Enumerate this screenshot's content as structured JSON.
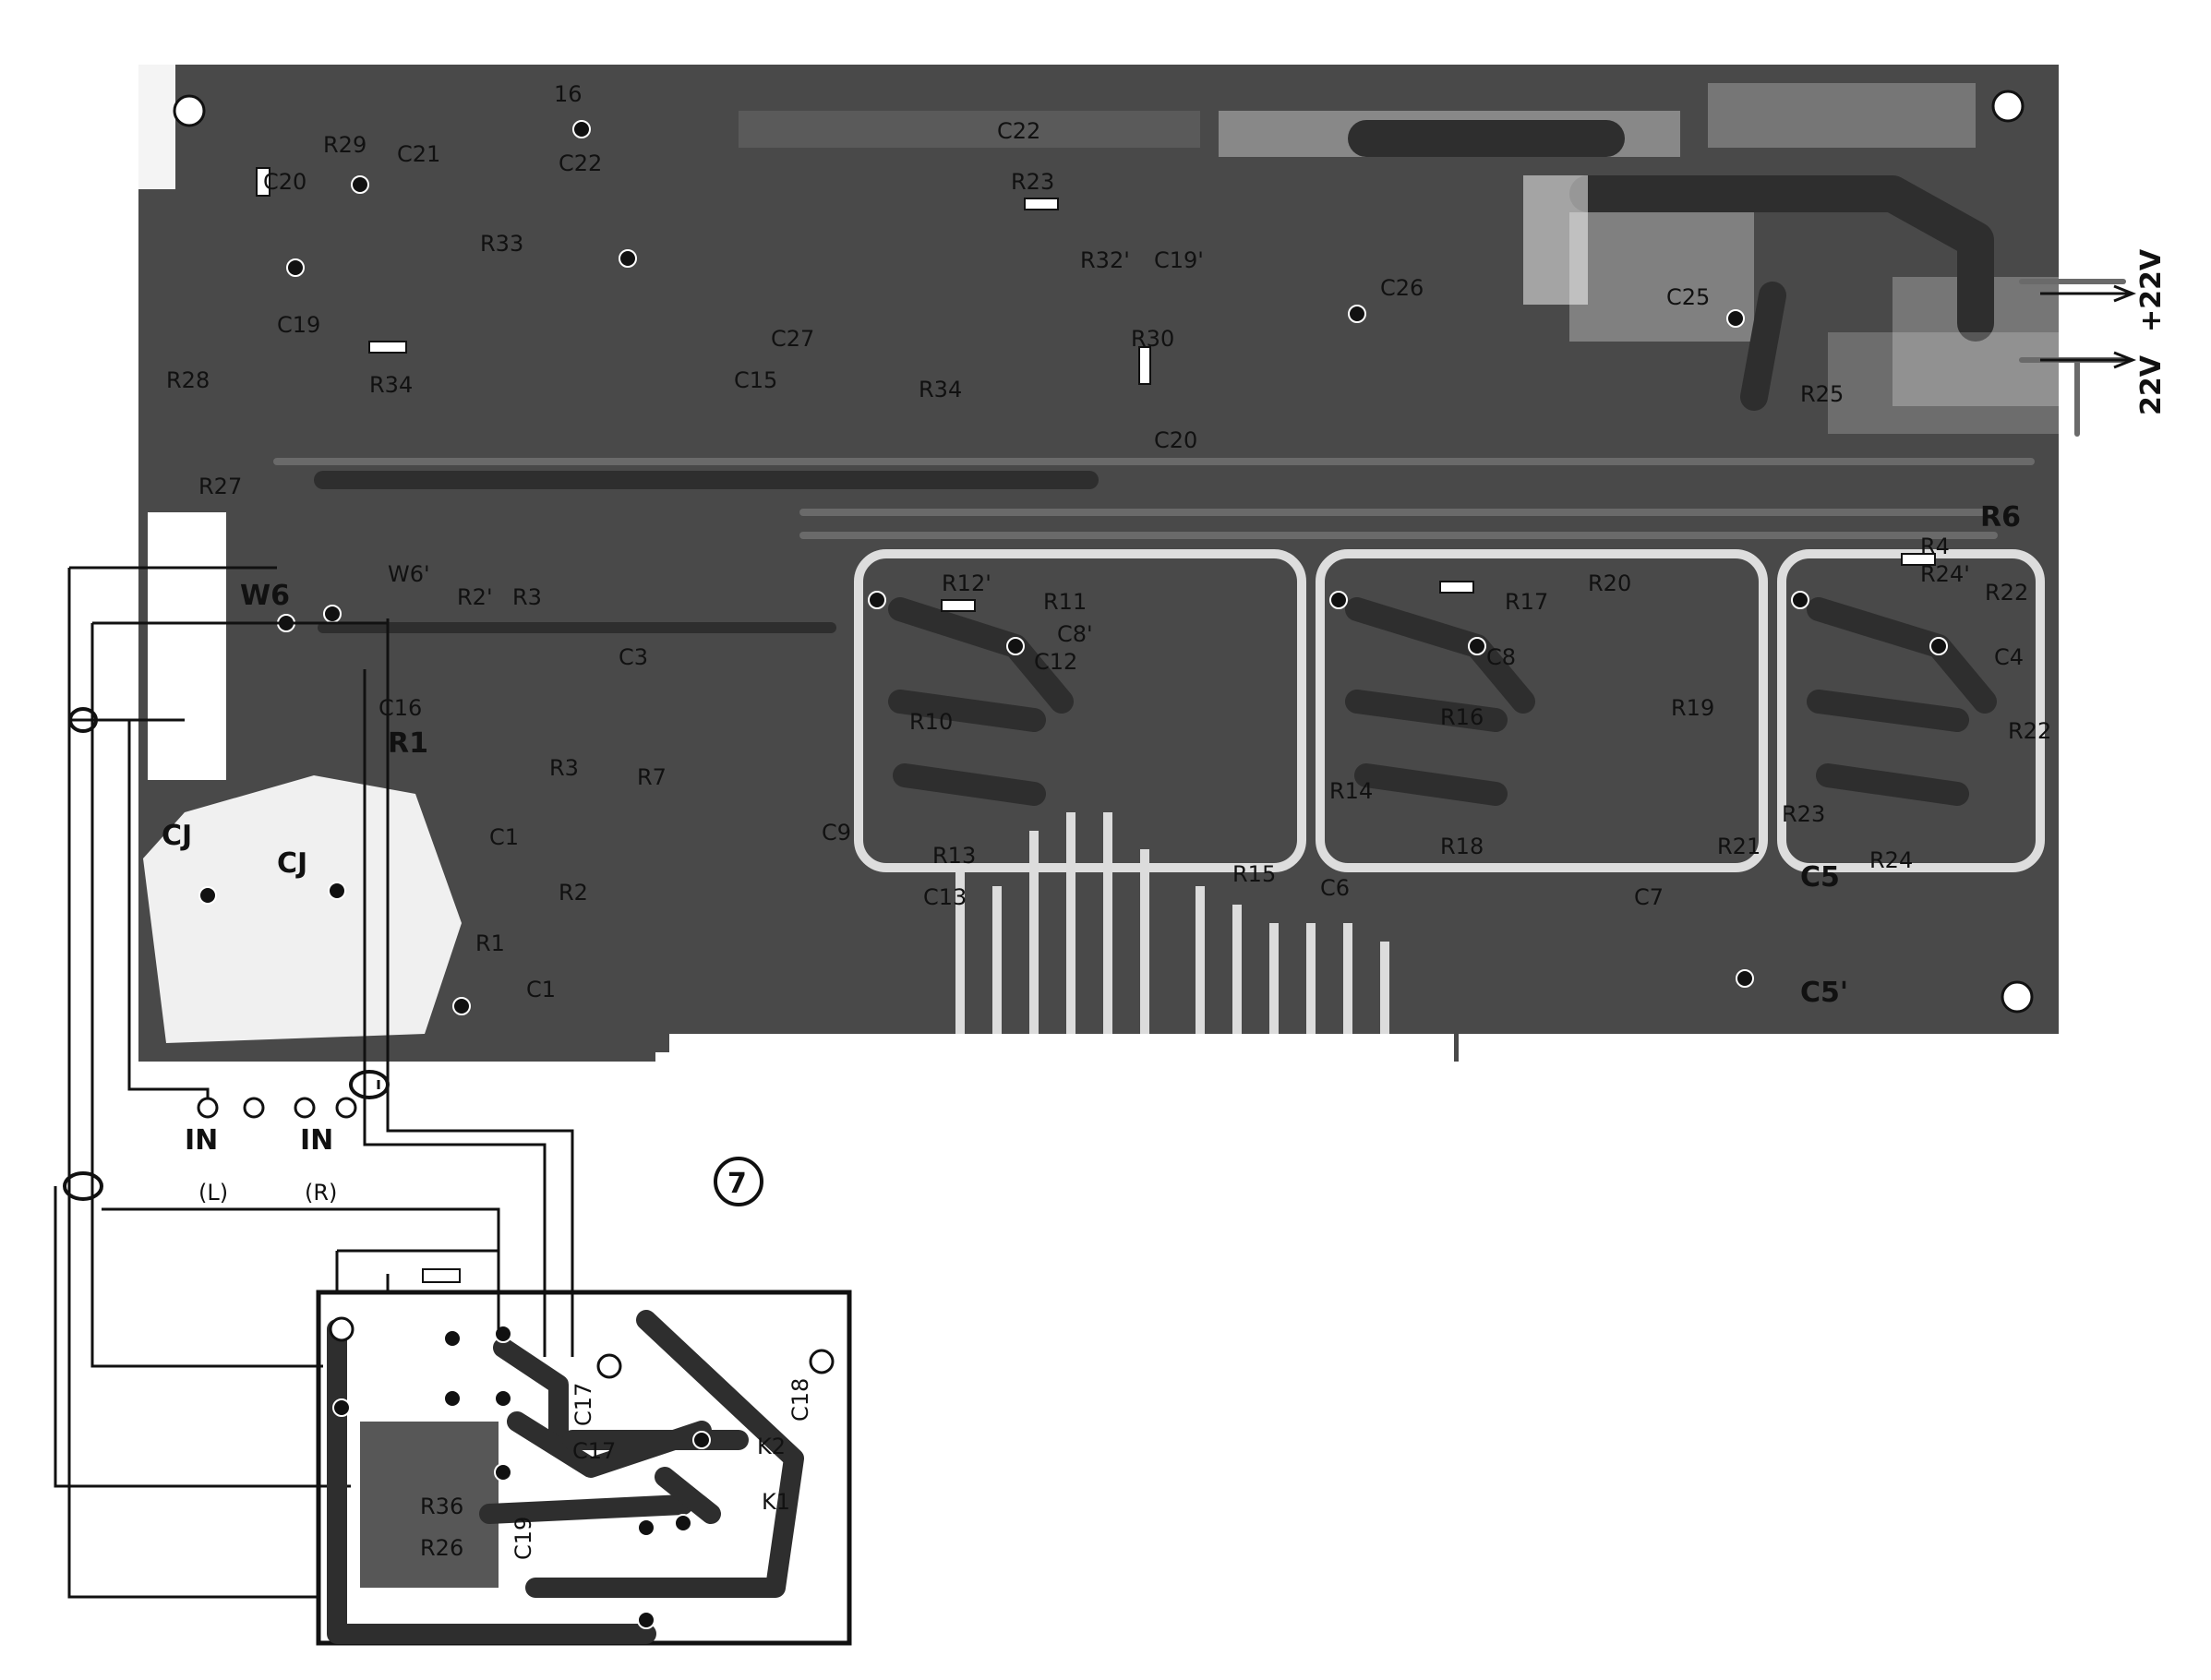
{
  "figure": {
    "number_label": "7",
    "supply_labels": [
      "+22V",
      "22V"
    ],
    "input_labels": [
      {
        "text": "IN",
        "channel": "(L)"
      },
      {
        "text": "IN",
        "channel": "(R)"
      }
    ],
    "main_board_labels": [
      "16",
      "R29",
      "C21",
      "C20",
      "C22",
      "C22",
      "R23",
      "R32'",
      "C19'",
      "C26",
      "C25",
      "C19",
      "R28",
      "R34",
      "R33",
      "C27",
      "C15",
      "R34",
      "R30",
      "R25",
      "C20",
      "R27",
      "W6",
      "W6'",
      "R2'",
      "R3",
      "C3",
      "R6",
      "R4",
      "R24'",
      "R22",
      "R12'",
      "R11",
      "C8'",
      "R17",
      "R20",
      "C4",
      "R10",
      "R19",
      "R16",
      "C8",
      "R18",
      "C7",
      "R22",
      "R1",
      "R3",
      "C16",
      "R7",
      "C9",
      "C12",
      "C13",
      "R13",
      "R15",
      "C6",
      "R14",
      "R23",
      "R21",
      "C5",
      "R24",
      "C5'",
      "CJ",
      "CJ",
      "R1",
      "C1",
      "R2",
      "C1"
    ],
    "sub_board_labels": [
      "C18",
      "C17",
      "K2",
      "K1",
      "R36",
      "R26",
      "C19",
      "C17"
    ]
  }
}
